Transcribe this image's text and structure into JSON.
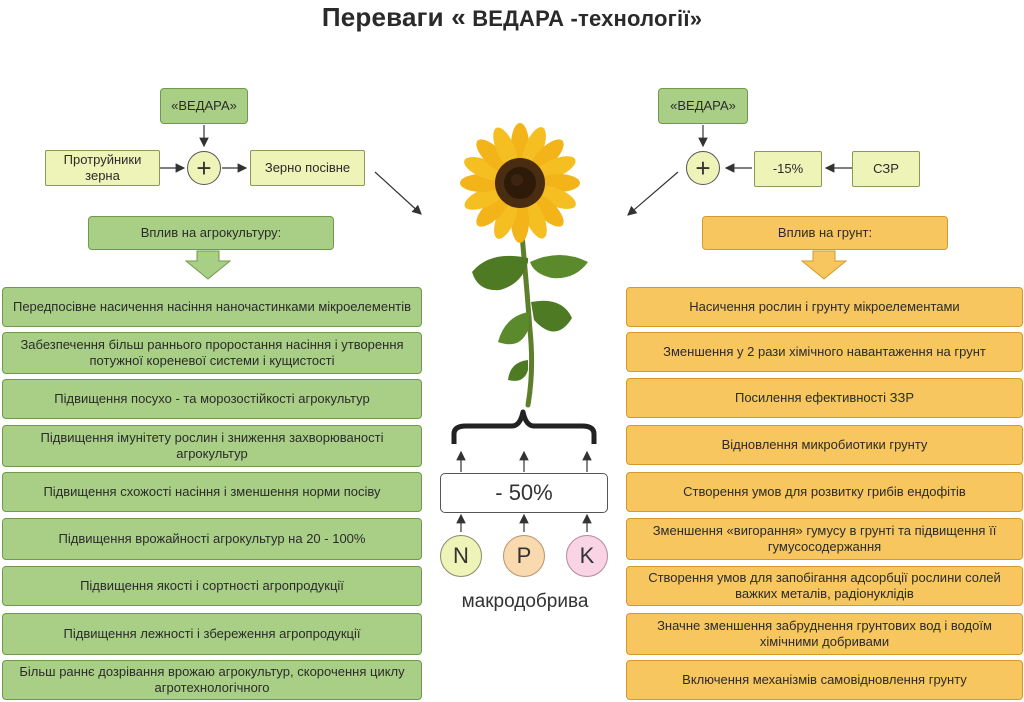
{
  "title": {
    "part1": "Переваги «",
    "part2": " ВЕДАРА -технології»"
  },
  "left_top": {
    "vedara": "«ВЕДАРА»",
    "protruyniky": "Протруйники зерна",
    "plus": "+",
    "zerno": "Зерно посівне",
    "header": "Вплив на агрокультуру:"
  },
  "right_top": {
    "vedara": "«ВЕДАРА»",
    "plus": "+",
    "minus15": "-15%",
    "szr": "СЗР",
    "header": "Вплив на грунт:"
  },
  "left_items": [
    "Передпосівне насичення насіння наночастинками мікроелементів",
    "Забезпечення більш раннього проростання насіння і утворення потужної кореневої системи і кущистості",
    "Підвищення посухо - та морозостійкості агрокультур",
    "Підвищення імунітету рослин і зниження захворюваності агрокультур",
    "Підвищення схожості насіння і зменшення норми посіву",
    "Підвищення врожайності агрокультур на 20 - 100%",
    "Підвищення якості і сортності агропродукції",
    "Підвищення лежності і збереження агропродукції",
    "Більш раннє дозрівання врожаю агрокультур, скорочення циклу агротехнологічного"
  ],
  "right_items": [
    "Насичення рослин і грунту мікроелементами",
    "Зменшення у 2 рази хімічного навантаження на грунт",
    "Посилення ефективності ЗЗР",
    "Відновлення микробиотики грунту",
    "Створення умов для розвитку грибів ендофітів",
    "Зменшення «вигорання» гумусу в грунті та підвищення її гумусосодержання",
    "Створення умов для запобігання адсорбції рослини солей важких металів, радіонуклідів",
    "Значне зменшення забруднення грунтових вод і водоїм хімічними добривами",
    "Включення механізмів самовідновлення грунту"
  ],
  "center": {
    "minus50": "- 50%",
    "n": "N",
    "p": "P",
    "k": "K",
    "macro": "макродобрива"
  },
  "colors": {
    "green": "#a9cf86",
    "light_green": "#eef3b8",
    "orange": "#f7c65e",
    "pink": "#f8d4e4",
    "peach": "#f9d9ae"
  }
}
